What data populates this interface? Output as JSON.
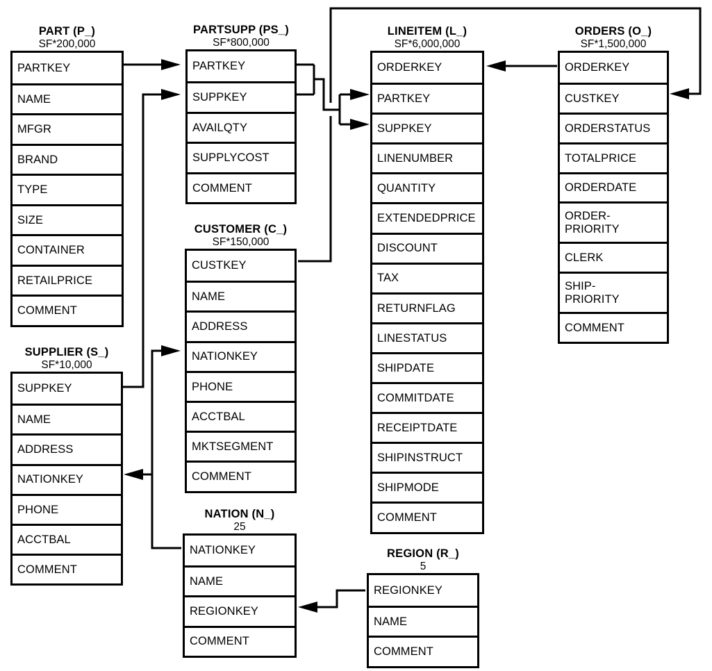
{
  "colors": {
    "background": "#ffffff",
    "line": "#000000",
    "text": "#000000"
  },
  "tables": [
    {
      "id": "part",
      "title": "PART (P_)",
      "cardinality": "SF*200,000",
      "fields": [
        "PARTKEY",
        "NAME",
        "MFGR",
        "BRAND",
        "TYPE",
        "SIZE",
        "CONTAINER",
        "RETAILPRICE",
        "COMMENT"
      ]
    },
    {
      "id": "partsupp",
      "title": "PARTSUPP (PS_)",
      "cardinality": "SF*800,000",
      "fields": [
        "PARTKEY",
        "SUPPKEY",
        "AVAILQTY",
        "SUPPLYCOST",
        "COMMENT"
      ]
    },
    {
      "id": "lineitem",
      "title": "LINEITEM (L_)",
      "cardinality": "SF*6,000,000",
      "fields": [
        "ORDERKEY",
        "PARTKEY",
        "SUPPKEY",
        "LINENUMBER",
        "QUANTITY",
        "EXTENDEDPRICE",
        "DISCOUNT",
        "TAX",
        "RETURNFLAG",
        "LINESTATUS",
        "SHIPDATE",
        "COMMITDATE",
        "RECEIPTDATE",
        "SHIPINSTRUCT",
        "SHIPMODE",
        "COMMENT"
      ]
    },
    {
      "id": "orders",
      "title": "ORDERS (O_)",
      "cardinality": "SF*1,500,000",
      "fields": [
        "ORDERKEY",
        "CUSTKEY",
        "ORDERSTATUS",
        "TOTALPRICE",
        "ORDERDATE",
        "ORDER-\nPRIORITY",
        "CLERK",
        "SHIP-\nPRIORITY",
        "COMMENT"
      ]
    },
    {
      "id": "customer",
      "title": "CUSTOMER (C_)",
      "cardinality": "SF*150,000",
      "fields": [
        "CUSTKEY",
        "NAME",
        "ADDRESS",
        "NATIONKEY",
        "PHONE",
        "ACCTBAL",
        "MKTSEGMENT",
        "COMMENT"
      ]
    },
    {
      "id": "supplier",
      "title": "SUPPLIER (S_)",
      "cardinality": "SF*10,000",
      "fields": [
        "SUPPKEY",
        "NAME",
        "ADDRESS",
        "NATIONKEY",
        "PHONE",
        "ACCTBAL",
        "COMMENT"
      ]
    },
    {
      "id": "nation",
      "title": "NATION (N_)",
      "cardinality": "25",
      "fields": [
        "NATIONKEY",
        "NAME",
        "REGIONKEY",
        "COMMENT"
      ]
    },
    {
      "id": "region",
      "title": "REGION (R_)",
      "cardinality": "5",
      "fields": [
        "REGIONKEY",
        "NAME",
        "COMMENT"
      ]
    }
  ],
  "relationships": [
    {
      "from": "PART.PARTKEY",
      "to": "PARTSUPP.PARTKEY"
    },
    {
      "from": "SUPPLIER.SUPPKEY",
      "to": "PARTSUPP.SUPPKEY"
    },
    {
      "from": "PARTSUPP.PARTKEY",
      "to": "LINEITEM.PARTKEY"
    },
    {
      "from": "PARTSUPP.SUPPKEY",
      "to": "LINEITEM.SUPPKEY"
    },
    {
      "from": "ORDERS.ORDERKEY",
      "to": "LINEITEM.ORDERKEY"
    },
    {
      "from": "CUSTOMER.CUSTKEY",
      "to": "ORDERS.CUSTKEY"
    },
    {
      "from": "NATION.NATIONKEY",
      "to": "CUSTOMER.NATIONKEY"
    },
    {
      "from": "NATION.NATIONKEY",
      "to": "SUPPLIER.NATIONKEY"
    },
    {
      "from": "REGION.REGIONKEY",
      "to": "NATION.REGIONKEY"
    }
  ]
}
